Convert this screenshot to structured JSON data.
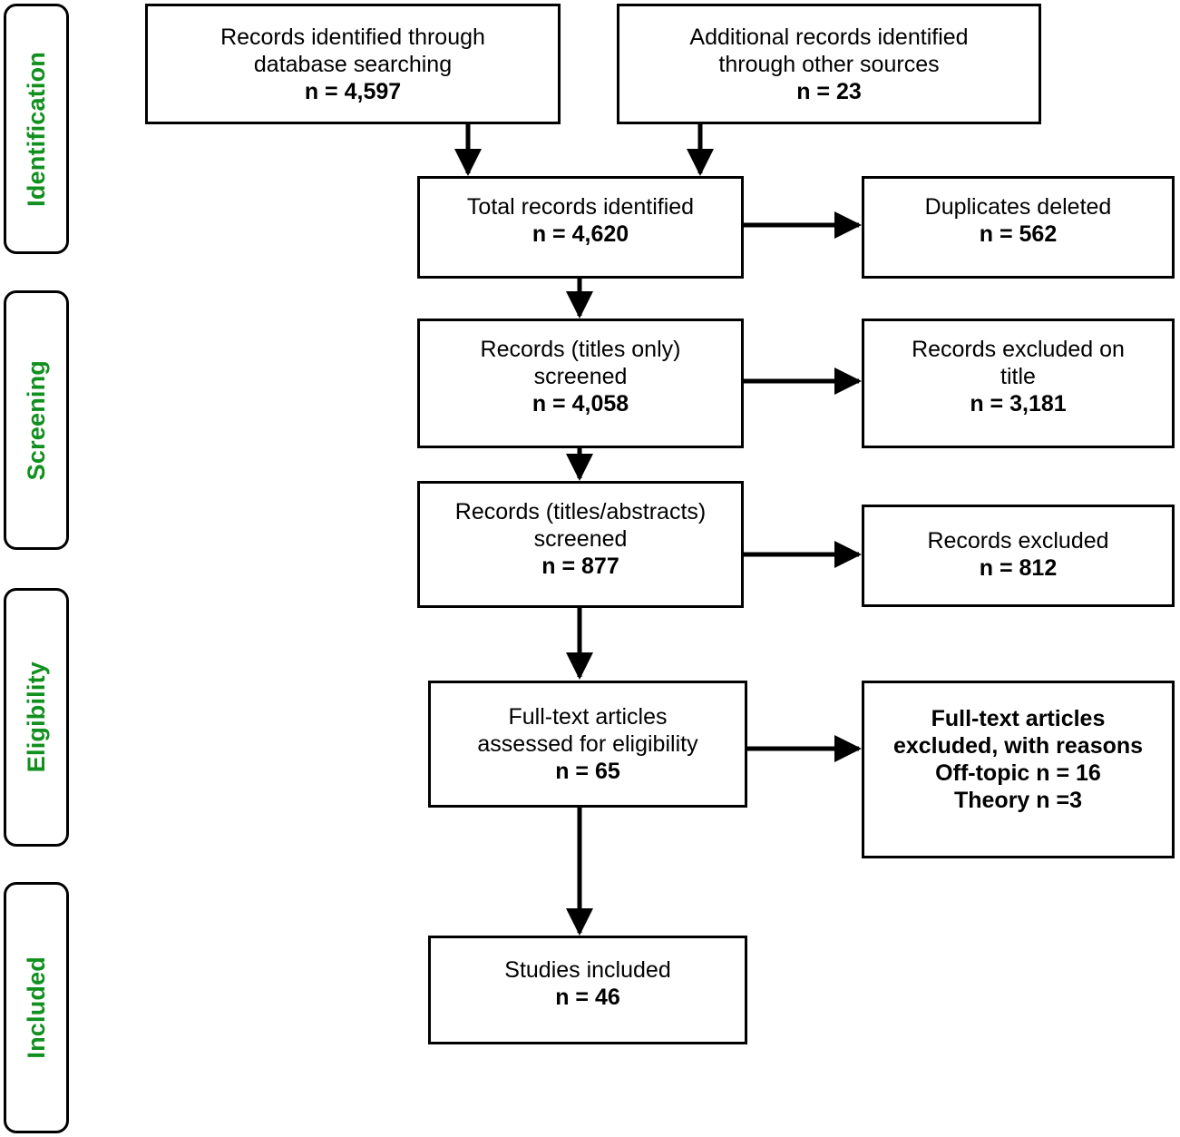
{
  "diagram": {
    "title": "PRISMA study selection flow diagram",
    "accent_color": "#12901f",
    "line_color": "#000000",
    "background": "#ffffff"
  },
  "phases": [
    {
      "label": "Identification"
    },
    {
      "label": "Screening"
    },
    {
      "label": "Eligibility"
    },
    {
      "label": "Included"
    }
  ],
  "boxes": {
    "db_search": {
      "line1": "Records identified through",
      "line2": "database searching",
      "count": "n = 4,597"
    },
    "other_sources": {
      "line1": "Additional records identified",
      "line2": "through other sources",
      "count": "n = 23"
    },
    "total_identified": {
      "line1": "Total records identified",
      "count": "n = 4,620"
    },
    "duplicates_deleted": {
      "line1": "Duplicates deleted",
      "count": "n = 562"
    },
    "titles_screened": {
      "line1": "Records (titles only)",
      "line2": "screened",
      "count": "n = 4,058"
    },
    "excluded_on_title": {
      "line1": "Records excluded on",
      "line2": "title",
      "count": "n = 3,181"
    },
    "titles_abstracts_screened": {
      "line1": "Records (titles/abstracts)",
      "line2": "screened",
      "count": "n = 877"
    },
    "records_excluded": {
      "line1": "Records excluded",
      "count": "n = 812"
    },
    "fulltext_assessed": {
      "line1": "Full-text articles",
      "line2": "assessed for eligibility",
      "count": "n = 65"
    },
    "fulltext_excluded": {
      "line1": "Full-text articles",
      "line2": "excluded, with reasons",
      "reason1": "Off-topic n = 16",
      "reason2": "Theory n =3"
    },
    "studies_included": {
      "line1": "Studies included",
      "count": "n = 46"
    }
  },
  "chart_data": {
    "type": "diagram",
    "title": "PRISMA flow diagram",
    "nodes": [
      {
        "id": "db_search",
        "stage": "Identification",
        "label": "Records identified through database searching",
        "n": 4597
      },
      {
        "id": "other_sources",
        "stage": "Identification",
        "label": "Additional records identified through other sources",
        "n": 23
      },
      {
        "id": "total_identified",
        "stage": "Identification",
        "label": "Total records identified",
        "n": 4620
      },
      {
        "id": "duplicates_deleted",
        "stage": "Identification",
        "label": "Duplicates deleted",
        "n": 562
      },
      {
        "id": "titles_screened",
        "stage": "Screening",
        "label": "Records (titles only) screened",
        "n": 4058
      },
      {
        "id": "excluded_on_title",
        "stage": "Screening",
        "label": "Records excluded on title",
        "n": 3181
      },
      {
        "id": "titles_abstracts_screened",
        "stage": "Screening",
        "label": "Records (titles/abstracts) screened",
        "n": 877
      },
      {
        "id": "records_excluded",
        "stage": "Screening",
        "label": "Records excluded",
        "n": 812
      },
      {
        "id": "fulltext_assessed",
        "stage": "Eligibility",
        "label": "Full-text articles assessed for eligibility",
        "n": 65
      },
      {
        "id": "fulltext_excluded",
        "stage": "Eligibility",
        "label": "Full-text articles excluded, with reasons",
        "reasons": [
          {
            "label": "Off-topic",
            "n": 16
          },
          {
            "label": "Theory",
            "n": 3
          }
        ]
      },
      {
        "id": "studies_included",
        "stage": "Included",
        "label": "Studies included",
        "n": 46
      }
    ],
    "edges": [
      {
        "from": "db_search",
        "to": "total_identified"
      },
      {
        "from": "other_sources",
        "to": "total_identified"
      },
      {
        "from": "total_identified",
        "to": "duplicates_deleted"
      },
      {
        "from": "total_identified",
        "to": "titles_screened"
      },
      {
        "from": "titles_screened",
        "to": "excluded_on_title"
      },
      {
        "from": "titles_screened",
        "to": "titles_abstracts_screened"
      },
      {
        "from": "titles_abstracts_screened",
        "to": "records_excluded"
      },
      {
        "from": "titles_abstracts_screened",
        "to": "fulltext_assessed"
      },
      {
        "from": "fulltext_assessed",
        "to": "fulltext_excluded"
      },
      {
        "from": "fulltext_assessed",
        "to": "studies_included"
      }
    ]
  }
}
